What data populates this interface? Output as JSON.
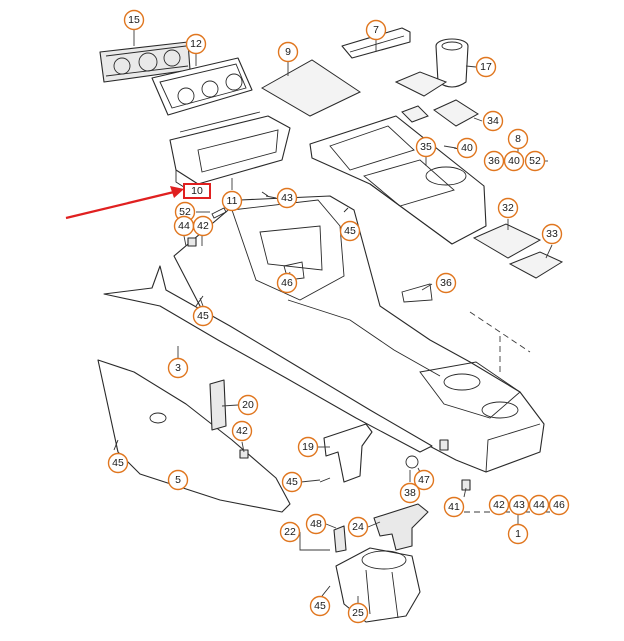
{
  "diagram": {
    "callouts": [
      {
        "id": "c15",
        "label": "15"
      },
      {
        "id": "c12",
        "label": "12"
      },
      {
        "id": "c9",
        "label": "9"
      },
      {
        "id": "c7",
        "label": "7"
      },
      {
        "id": "c17",
        "label": "17"
      },
      {
        "id": "c34",
        "label": "34"
      },
      {
        "id": "c8",
        "label": "8"
      },
      {
        "id": "c35",
        "label": "35"
      },
      {
        "id": "c40",
        "label": "40"
      },
      {
        "id": "c36a",
        "label": "36"
      },
      {
        "id": "c40b",
        "label": "40"
      },
      {
        "id": "c52a",
        "label": "52"
      },
      {
        "id": "c10",
        "label": "10"
      },
      {
        "id": "c11",
        "label": "11"
      },
      {
        "id": "c43a",
        "label": "43"
      },
      {
        "id": "c52b",
        "label": "52"
      },
      {
        "id": "c44a",
        "label": "44"
      },
      {
        "id": "c42a",
        "label": "42"
      },
      {
        "id": "c45a",
        "label": "45"
      },
      {
        "id": "c32",
        "label": "32"
      },
      {
        "id": "c33",
        "label": "33"
      },
      {
        "id": "c46a",
        "label": "46"
      },
      {
        "id": "c36b",
        "label": "36"
      },
      {
        "id": "c45b",
        "label": "45"
      },
      {
        "id": "c3",
        "label": "3"
      },
      {
        "id": "c20",
        "label": "20"
      },
      {
        "id": "c42b",
        "label": "42"
      },
      {
        "id": "c45c",
        "label": "45"
      },
      {
        "id": "c5",
        "label": "5"
      },
      {
        "id": "c19",
        "label": "19"
      },
      {
        "id": "c45d",
        "label": "45"
      },
      {
        "id": "c47",
        "label": "47"
      },
      {
        "id": "c38",
        "label": "38"
      },
      {
        "id": "c41",
        "label": "41"
      },
      {
        "id": "c42c",
        "label": "42"
      },
      {
        "id": "c43b",
        "label": "43"
      },
      {
        "id": "c44b",
        "label": "44"
      },
      {
        "id": "c46b",
        "label": "46"
      },
      {
        "id": "c1",
        "label": "1"
      },
      {
        "id": "c22",
        "label": "22"
      },
      {
        "id": "c48",
        "label": "48"
      },
      {
        "id": "c24",
        "label": "24"
      },
      {
        "id": "c45e",
        "label": "45"
      },
      {
        "id": "c25",
        "label": "25"
      }
    ]
  }
}
